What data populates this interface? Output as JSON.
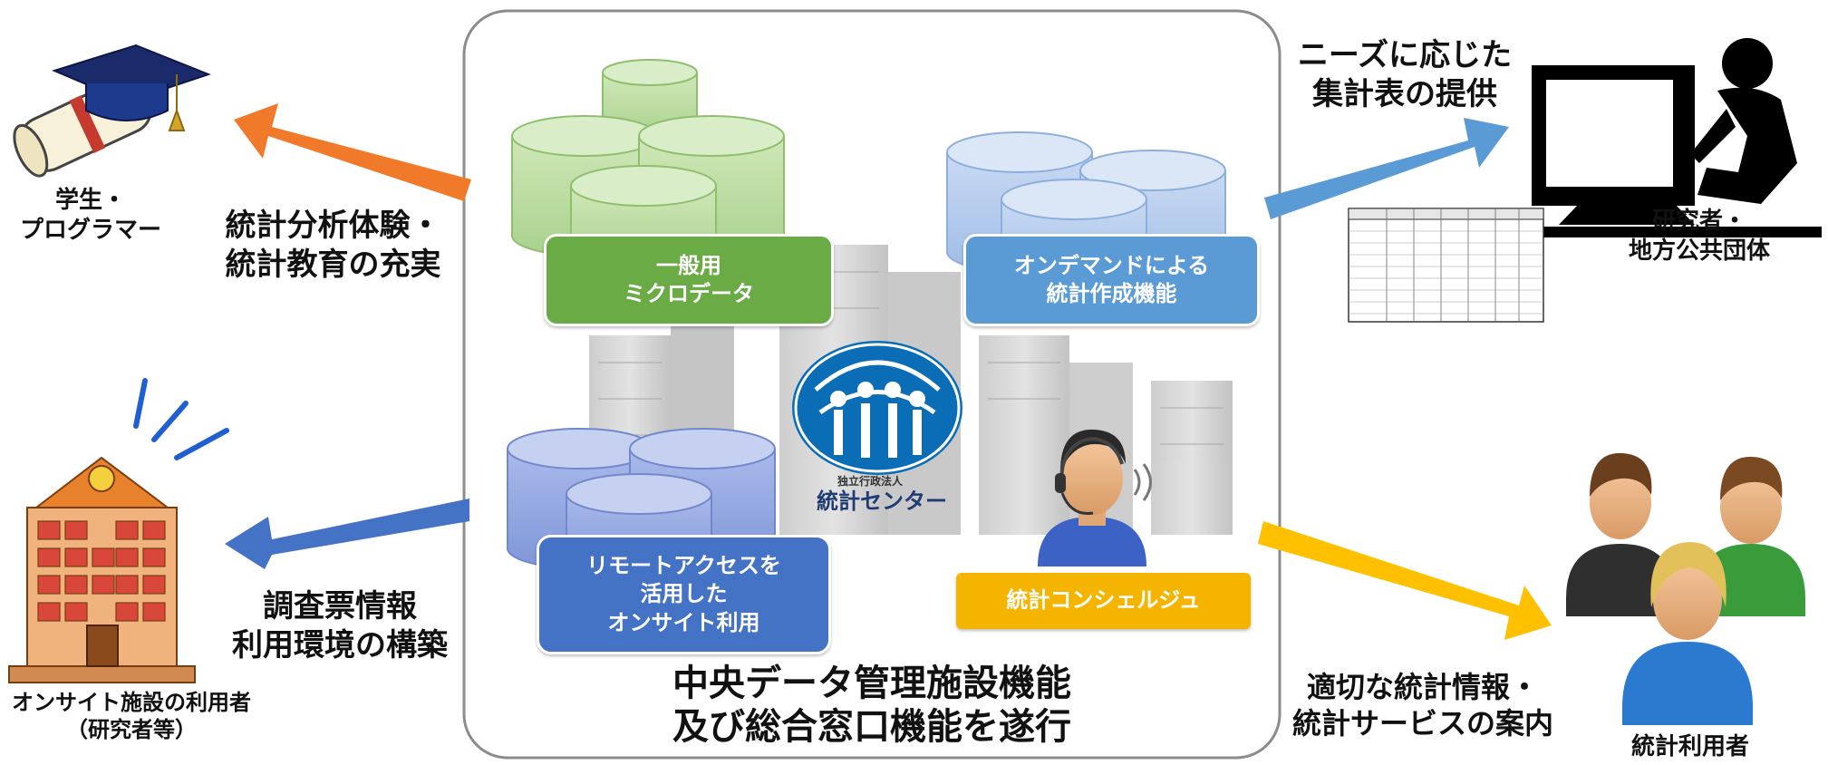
{
  "center": {
    "title_line1": "中央データ管理施設機能",
    "title_line2": "及び総合窓口機能を遂行",
    "logo_text_small": "独立行政法人",
    "logo_text_main": "統計センター"
  },
  "boxes": {
    "general_micro": {
      "line1": "一般用",
      "line2": "ミクロデータ",
      "color": "#6aab45"
    },
    "on_demand": {
      "line1": "オンデマンドによる",
      "line2": "統計作成機能",
      "color": "#5b9bd5"
    },
    "remote": {
      "line1": "リモートアクセスを",
      "line2": "活用した",
      "line3": "オンサイト利用",
      "color": "#4472c4"
    },
    "concierge": {
      "line1": "統計コンシェルジュ",
      "color": "#f5b400"
    }
  },
  "arrows": {
    "top_left": {
      "line1": "統計分析体験・",
      "line2": "統計教育の充実",
      "color": "#f07a2a"
    },
    "top_right": {
      "line1": "ニーズに応じた",
      "line2": "集計表の提供",
      "color": "#5b9bd5"
    },
    "bottom_left": {
      "line1": "調査票情報",
      "line2": "利用環境の構築",
      "color": "#4472c4"
    },
    "bottom_right": {
      "line1": "適切な統計情報・",
      "line2": "統計サービスの案内",
      "color": "#ffc000"
    }
  },
  "actors": {
    "students": {
      "line1": "学生・",
      "line2": "プログラマー"
    },
    "researchers": {
      "line1": "研究者・",
      "line2": "地方公共団体"
    },
    "onsite_users": {
      "line1": "オンサイト施設の利用者",
      "line2": "（研究者等）"
    },
    "stat_users": {
      "line1": "統計利用者"
    }
  },
  "icons": {
    "graduation": "graduation-cap-icon",
    "researcher": "researcher-at-computer-icon",
    "table": "statistics-table-icon",
    "school": "school-building-icon",
    "users": "user-group-icon",
    "operator": "headset-operator-icon",
    "logo": "stat-center-logo-icon"
  }
}
